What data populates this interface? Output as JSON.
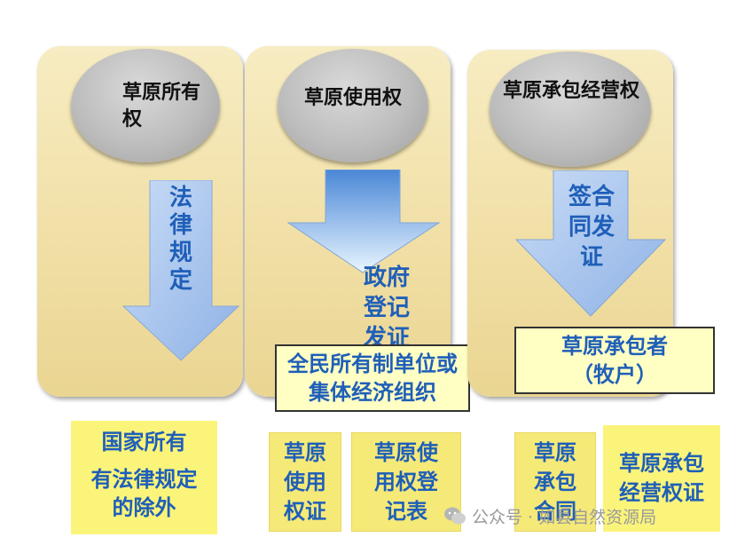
{
  "columns": [
    {
      "title": "草原所有权",
      "arrow_text": "法律规定"
    },
    {
      "title": "草原使用权",
      "arrow_text": "政府登记发证",
      "box_text": "全民所有制单位或集体经济组织"
    },
    {
      "title": "草原承包经营权",
      "arrow_text": "签合同发证",
      "box_text": "草原承包者（牧户）"
    }
  ],
  "bottom_boxes": [
    {
      "line1": "国家所有",
      "line2": "有法律规定的除外"
    },
    {
      "text": "草原使用权证"
    },
    {
      "text": "草原使用权登记表"
    },
    {
      "text": "草原承包合同"
    },
    {
      "text": "草原承包经营权证"
    }
  ],
  "watermark": "公众号 · 如县自然资源局",
  "colors": {
    "panel": "#f1dfa6",
    "arrow": "#a9c6ef",
    "text_blue": "#1f5fb8",
    "yellow": "#fbf47a"
  }
}
